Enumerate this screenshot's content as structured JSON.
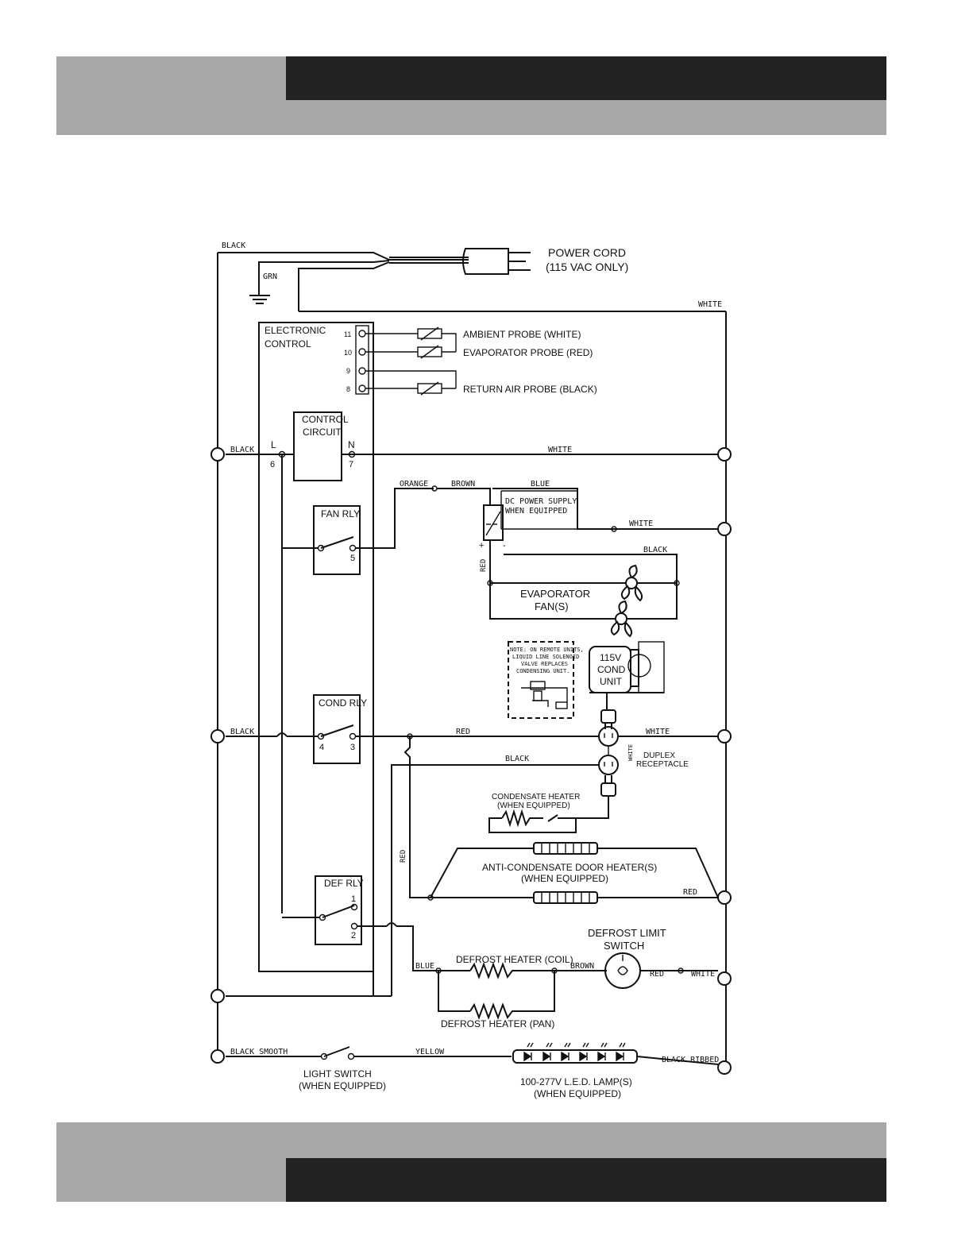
{
  "labels": {
    "power_cord": [
      "POWER CORD",
      "(115 VAC ONLY)"
    ],
    "electronic_control": [
      "ELECTRONIC",
      "CONTROL"
    ],
    "control_circuit": [
      "CONTROL",
      "CIRCUIT"
    ],
    "fan_rly": "FAN RLY",
    "cond_rly": "COND RLY",
    "def_rly": "DEF RLY",
    "ambient_probe": "AMBIENT PROBE (WHITE)",
    "evaporator_probe": "EVAPORATOR PROBE (RED)",
    "return_air_probe": "RETURN AIR PROBE (BLACK)",
    "dc_power_supply": [
      "DC POWER SUPPLY",
      "WHEN EQUIPPED"
    ],
    "evaporator_fans": [
      "EVAPORATOR",
      "FAN(S)"
    ],
    "note_remote": [
      "NOTE: ON REMOTE UNITS,",
      "LIQUID LINE SOLENOID",
      "VALVE REPLACES",
      "CONDENSING UNIT."
    ],
    "cond_unit": [
      "115V",
      "COND",
      "UNIT"
    ],
    "duplex_receptacle": [
      "DUPLEX",
      "RECEPTACLE"
    ],
    "condensate_heater": [
      "CONDENSATE HEATER",
      "(WHEN EQUIPPED)"
    ],
    "anti_condensate": [
      "ANTI-CONDENSATE DOOR HEATER(S)",
      "(WHEN EQUIPPED)"
    ],
    "defrost_limit": [
      "DEFROST LIMIT",
      "SWITCH"
    ],
    "defrost_heater_coil": "DEFROST HEATER (COIL)",
    "defrost_heater_pan": "DEFROST HEATER (PAN)",
    "light_switch": [
      "LIGHT SWITCH",
      "(WHEN EQUIPPED)"
    ],
    "led_lamps": [
      "100-277V L.E.D. LAMP(S)",
      "(WHEN EQUIPPED)"
    ]
  },
  "terminals": {
    "t11": "11",
    "t10": "10",
    "t9": "9",
    "t8": "8",
    "L": "L",
    "t6": "6",
    "N": "N",
    "t7": "7",
    "t5": "5",
    "t4": "4",
    "t3": "3",
    "t1": "1",
    "t2": "2",
    "plus": "+",
    "minus": "-",
    "white_small": "WHITE"
  },
  "wires": {
    "black_top": "BLACK",
    "grn": "GRN",
    "white_top": "WHITE",
    "black_l": "BLACK",
    "white_n": "WHITE",
    "orange": "ORANGE",
    "brown": "BROWN",
    "blue": "BLUE",
    "white_dc": "WHITE",
    "black_fan": "BLACK",
    "red_fan": "RED",
    "black_cond": "BLACK",
    "red_cond": "RED",
    "white_cond": "WHITE",
    "black_dup": "BLACK",
    "red_vert": "RED",
    "red_anti": "RED",
    "blue_def": "BLUE",
    "brown_def": "BROWN",
    "red_def": "RED",
    "white_def": "WHITE",
    "black_smooth": "BLACK SMOOTH",
    "yellow": "YELLOW",
    "black_ribbed": "BLACK RIBBED"
  }
}
